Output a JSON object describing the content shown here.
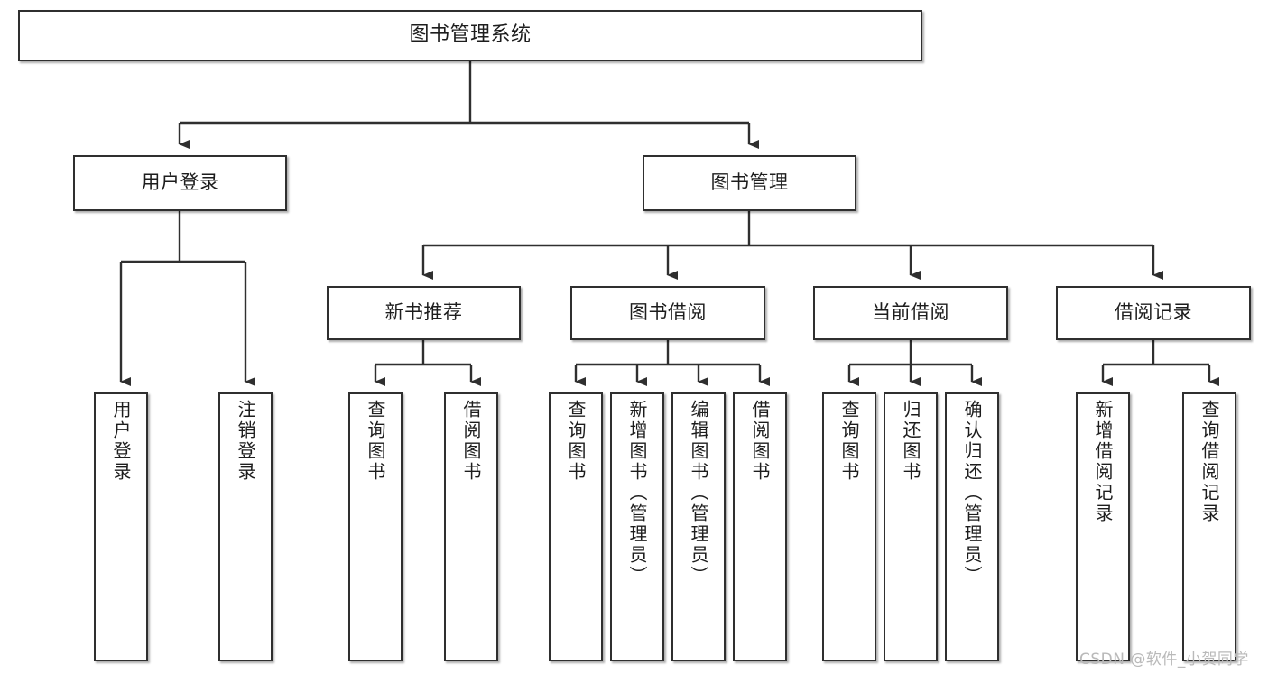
{
  "diagram": {
    "type": "tree",
    "title": "图书管理系统",
    "orientation": "top-down",
    "colors": {
      "box_stroke": "#2f2f2f",
      "box_fill": "#ffffff",
      "connector": "#2f2f2f",
      "text": "#1d1d1d",
      "watermark": "#b9b9b9"
    },
    "root": {
      "label": "图书管理系统"
    },
    "level2": [
      {
        "id": "user-login",
        "label": "用户登录"
      },
      {
        "id": "book-manage",
        "label": "图书管理"
      }
    ],
    "level3": [
      {
        "id": "new-book-rec",
        "label": "新书推荐"
      },
      {
        "id": "book-borrow",
        "label": "图书借阅"
      },
      {
        "id": "current-borrow",
        "label": "当前借阅"
      },
      {
        "id": "borrow-record",
        "label": "借阅记录"
      }
    ],
    "leaves": {
      "user_login": [
        {
          "id": "leaf-user-login",
          "label": "用户登录"
        },
        {
          "id": "leaf-logout",
          "label": "注销登录"
        }
      ],
      "new_book_rec": [
        {
          "id": "leaf-query-book-1",
          "label": "查询图书"
        },
        {
          "id": "leaf-borrow-book-1",
          "label": "借阅图书"
        }
      ],
      "book_borrow": [
        {
          "id": "leaf-query-book-2",
          "label": "查询图书"
        },
        {
          "id": "leaf-add-book",
          "label": "新增图书（管理员）"
        },
        {
          "id": "leaf-edit-book",
          "label": "编辑图书（管理员）"
        },
        {
          "id": "leaf-borrow-book-2",
          "label": "借阅图书"
        }
      ],
      "current_borrow": [
        {
          "id": "leaf-query-book-3",
          "label": "查询图书"
        },
        {
          "id": "leaf-return-book",
          "label": "归还图书"
        },
        {
          "id": "leaf-confirm-return",
          "label": "确认归还（管理员）"
        }
      ],
      "borrow_record": [
        {
          "id": "leaf-add-record",
          "label": "新增借阅记录"
        },
        {
          "id": "leaf-query-record",
          "label": "查询借阅记录"
        }
      ]
    }
  },
  "watermark": {
    "text": "CSDN @软件_小贺同学"
  }
}
